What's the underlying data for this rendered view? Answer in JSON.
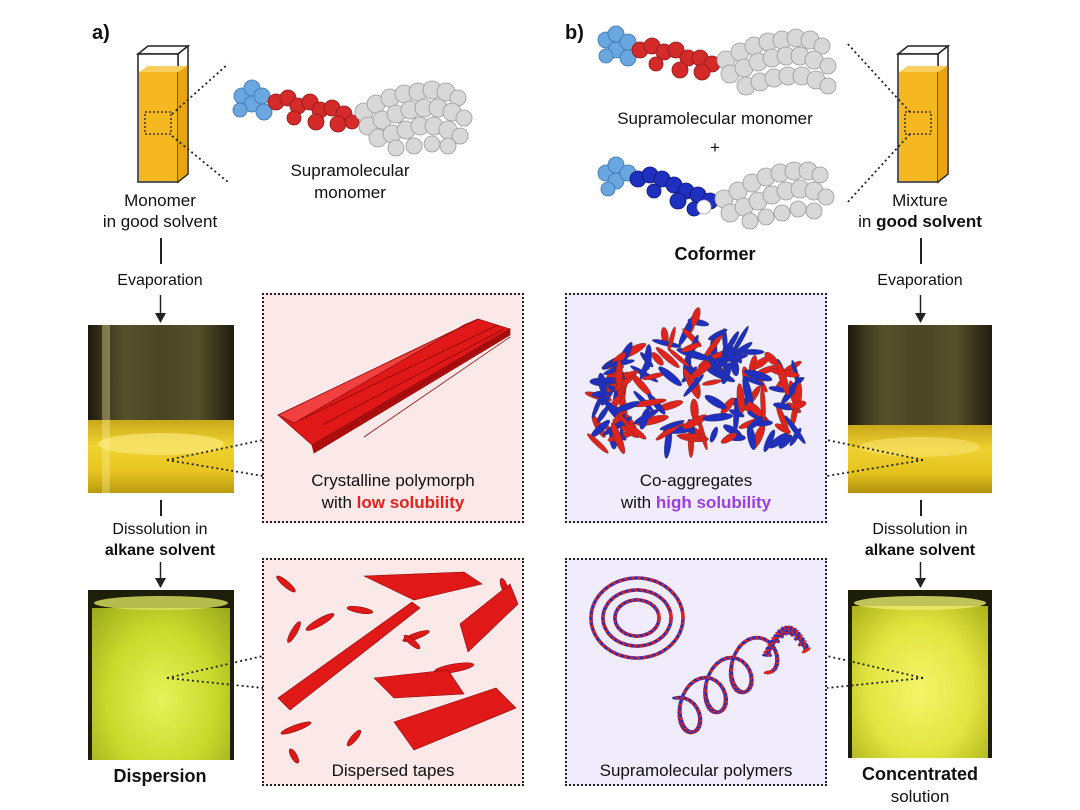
{
  "panel_a": {
    "letter": "a)",
    "vial_label_1": "Monomer",
    "vial_label_2": "in good solvent",
    "molecule_label_1": "Supramolecular",
    "molecule_label_2": "monomer",
    "step1": "Evaporation",
    "box1_caption_1": "Crystalline polymorph",
    "box1_caption_2a": "with ",
    "box1_caption_2b": "low solubility",
    "step2_1": "Dissolution in",
    "step2_2": "alkane solvent",
    "box2_caption": "Dispersed tapes",
    "result": "Dispersion"
  },
  "panel_b": {
    "letter": "b)",
    "monomer_label": "Supramolecular monomer",
    "plus": "+",
    "coformer_label": "Coformer",
    "vial_label_1": "Mixture",
    "vial_label_2a": "in ",
    "vial_label_2b": "good solvent",
    "step1": "Evaporation",
    "box1_caption_1": "Co-aggregates",
    "box1_caption_2a": "with ",
    "box1_caption_2b": "high solubility",
    "step2_1": "Dissolution in",
    "step2_2": "alkane solvent",
    "box2_caption": "Supramolecular polymers",
    "result_1": "Concentrated",
    "result_2": "solution"
  },
  "colors": {
    "red": "#e0241c",
    "purple": "#9b3fe0",
    "blue_molecule": "#1f2fc0",
    "light_blue": "#6aa6e0",
    "vial_yellow": "#f5b820"
  }
}
